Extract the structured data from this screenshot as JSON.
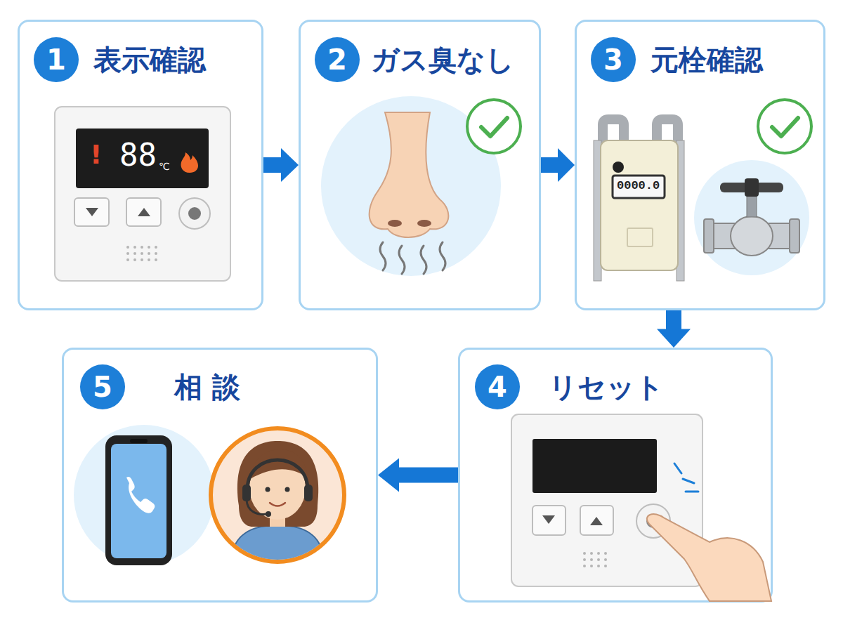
{
  "diagram": {
    "nodes": [
      {
        "text": [
          "1",
          "表示確認"
        ]
      },
      {
        "text": [
          "2",
          "ガス臭なし"
        ]
      },
      {
        "text": [
          "3",
          "元栓確認"
        ]
      },
      {
        "text": [
          "4",
          "リセット"
        ]
      },
      {
        "text": [
          "5",
          "相 談"
        ]
      }
    ],
    "edges": [
      {
        "from": 0,
        "to": 1,
        "arrow": "to"
      },
      {
        "from": 1,
        "to": 2,
        "arrow": "to"
      },
      {
        "from": 2,
        "to": 3,
        "arrow": "to"
      },
      {
        "from": 3,
        "to": 4,
        "arrow": "to"
      }
    ],
    "labels": [
      "!",
      "88",
      "℃",
      "0000.0"
    ]
  }
}
